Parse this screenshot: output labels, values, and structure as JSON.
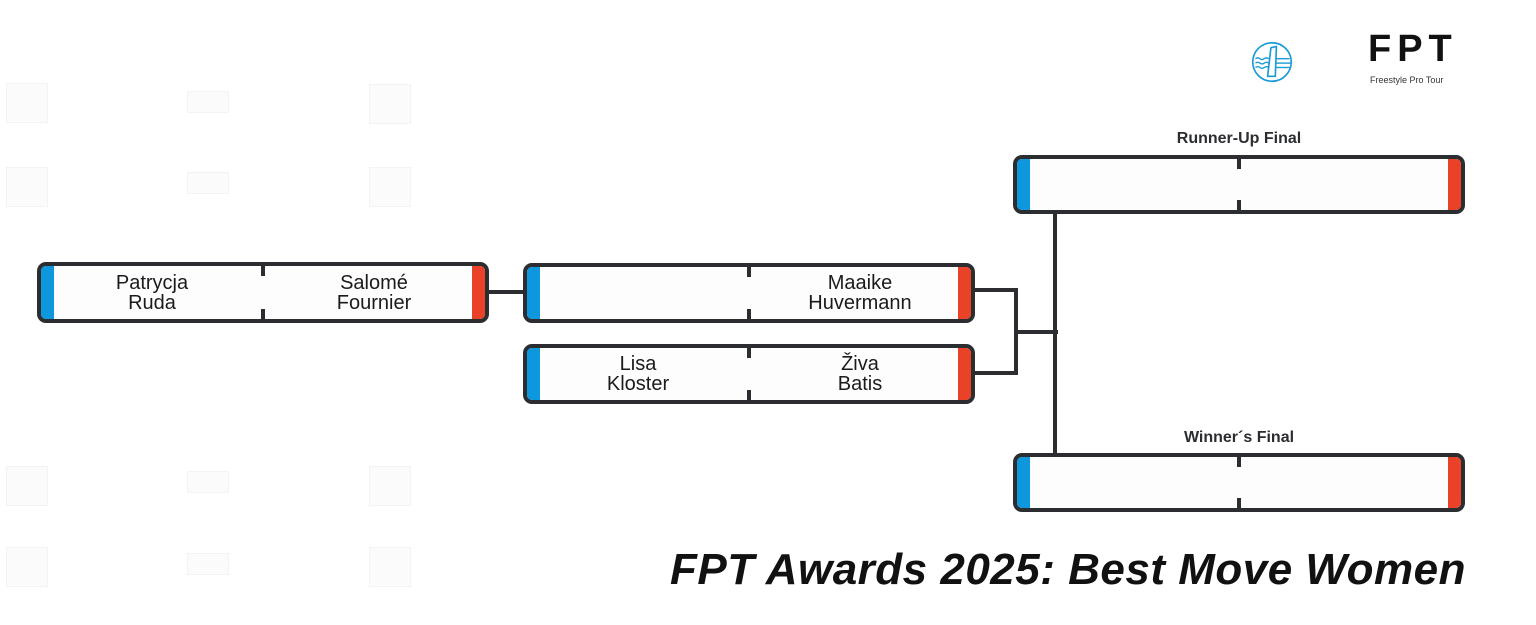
{
  "brand": {
    "logo_text": "FPT",
    "logo_subtitle": "Freestyle Pro Tour"
  },
  "title": "FPT Awards 2025: Best Move Women",
  "colors": {
    "blue_side": "#0d98de",
    "red_side": "#ea4129",
    "frame": "#2b2d30"
  },
  "rounds": {
    "round1": {
      "match": {
        "blue": "Patrycja\nRuda",
        "red": "Salomé\nFournier"
      }
    },
    "semifinals": [
      {
        "blue": "",
        "red": "Maaike\nHuvermann"
      },
      {
        "blue": "Lisa\nKloster",
        "red": "Živa\nBatis"
      }
    ],
    "runner_up_final": {
      "label": "Runner-Up Final",
      "blue": "",
      "red": ""
    },
    "winners_final": {
      "label": "Winner´s Final",
      "blue": "",
      "red": ""
    }
  }
}
